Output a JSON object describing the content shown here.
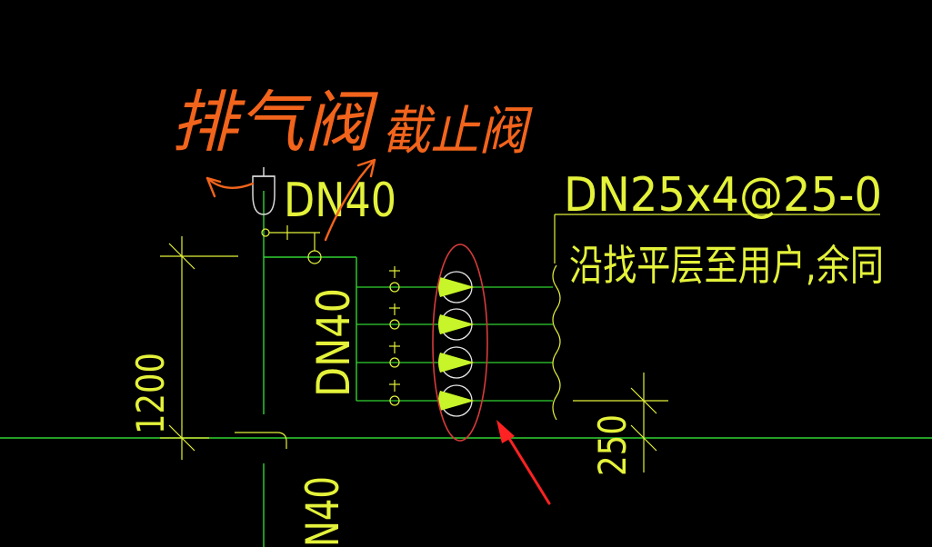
{
  "colors": {
    "background": "#000000",
    "pipe": "#31d331",
    "annotation": "#e4f23a",
    "marker": "#c7f52a",
    "handwriting": "#f2641c",
    "circle_highlight": "#d73a3a",
    "arrow": "#ff2222",
    "valve": "#d9d9d9"
  },
  "labels": {
    "vent_valve_handwritten": "排气阀",
    "stop_valve_handwritten": "截止阀",
    "dn40_top": "DN40",
    "dn40_riser": "DN40",
    "dn40_bottom": "N40",
    "branch_spec": "DN25x4@25-0",
    "branch_note": "沿找平层至用户,余同",
    "dim_1200": "1200",
    "dim_250": "250"
  },
  "icons": {
    "vent_valve": "vent-valve-icon",
    "stop_valve": "stop-valve-icon",
    "branch_valve": "branch-valve-icon",
    "flow_marker": "flow-direction-marker-icon",
    "arrow": "red-pointer-arrow-icon"
  }
}
